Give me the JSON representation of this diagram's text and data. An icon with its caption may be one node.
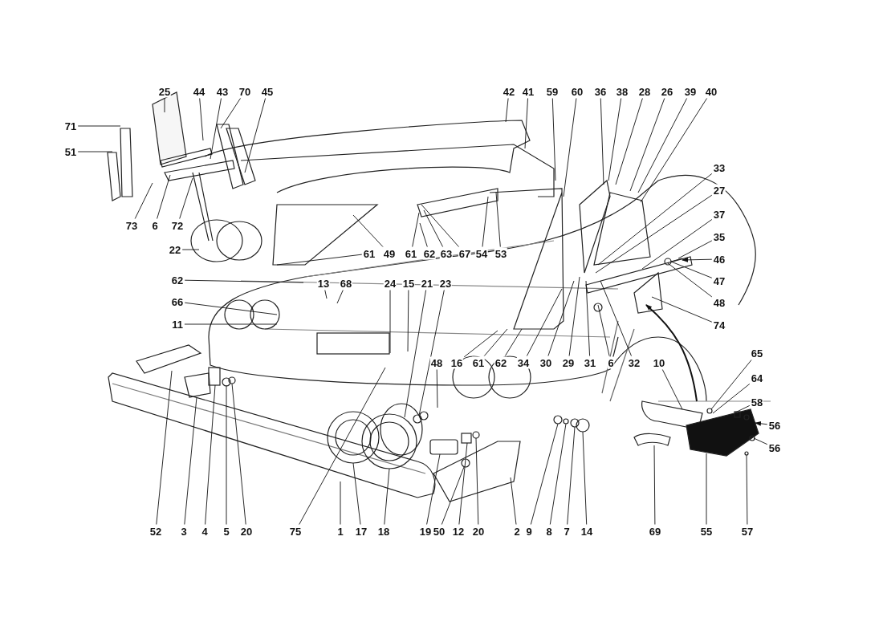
{
  "diagram": {
    "nodes": [
      {
        "text": [
          "25"
        ]
      },
      {
        "text": [
          "44"
        ]
      },
      {
        "text": [
          "43"
        ]
      },
      {
        "text": [
          "70"
        ]
      },
      {
        "text": [
          "45"
        ]
      },
      {
        "text": [
          "71"
        ]
      },
      {
        "text": [
          "51"
        ]
      },
      {
        "text": [
          "73"
        ]
      },
      {
        "text": [
          "6"
        ]
      },
      {
        "text": [
          "72"
        ]
      },
      {
        "text": [
          "22"
        ]
      },
      {
        "text": [
          "42"
        ]
      },
      {
        "text": [
          "41"
        ]
      },
      {
        "text": [
          "59"
        ]
      },
      {
        "text": [
          "60"
        ]
      },
      {
        "text": [
          "36"
        ]
      },
      {
        "text": [
          "38"
        ]
      },
      {
        "text": [
          "28"
        ]
      },
      {
        "text": [
          "26"
        ]
      },
      {
        "text": [
          "39"
        ]
      },
      {
        "text": [
          "40"
        ]
      },
      {
        "text": [
          "33"
        ]
      },
      {
        "text": [
          "27"
        ]
      },
      {
        "text": [
          "37"
        ]
      },
      {
        "text": [
          "35"
        ]
      },
      {
        "text": [
          "46"
        ]
      },
      {
        "text": [
          "47"
        ]
      },
      {
        "text": [
          "48"
        ]
      },
      {
        "text": [
          "74"
        ]
      },
      {
        "text": [
          "61"
        ]
      },
      {
        "text": [
          "49"
        ]
      },
      {
        "text": [
          "61"
        ]
      },
      {
        "text": [
          "62"
        ]
      },
      {
        "text": [
          "63"
        ]
      },
      {
        "text": [
          "67"
        ]
      },
      {
        "text": [
          "54"
        ]
      },
      {
        "text": [
          "53"
        ]
      },
      {
        "text": [
          "62"
        ]
      },
      {
        "text": [
          "13"
        ]
      },
      {
        "text": [
          "68"
        ]
      },
      {
        "text": [
          "66"
        ]
      },
      {
        "text": [
          "11"
        ]
      },
      {
        "text": [
          "24"
        ]
      },
      {
        "text": [
          "15"
        ]
      },
      {
        "text": [
          "21"
        ]
      },
      {
        "text": [
          "23"
        ]
      },
      {
        "text": [
          "48"
        ]
      },
      {
        "text": [
          "16"
        ]
      },
      {
        "text": [
          "61"
        ]
      },
      {
        "text": [
          "62"
        ]
      },
      {
        "text": [
          "34"
        ]
      },
      {
        "text": [
          "30"
        ]
      },
      {
        "text": [
          "29"
        ]
      },
      {
        "text": [
          "31"
        ]
      },
      {
        "text": [
          "6"
        ]
      },
      {
        "text": [
          "32"
        ]
      },
      {
        "text": [
          "10"
        ]
      },
      {
        "text": [
          "65"
        ]
      },
      {
        "text": [
          "64"
        ]
      },
      {
        "text": [
          "58"
        ]
      },
      {
        "text": [
          "56"
        ]
      },
      {
        "text": [
          "56"
        ]
      },
      {
        "text": [
          "52"
        ]
      },
      {
        "text": [
          "3"
        ]
      },
      {
        "text": [
          "4"
        ]
      },
      {
        "text": [
          "5"
        ]
      },
      {
        "text": [
          "20"
        ]
      },
      {
        "text": [
          "75"
        ]
      },
      {
        "text": [
          "1"
        ]
      },
      {
        "text": [
          "17"
        ]
      },
      {
        "text": [
          "18"
        ]
      },
      {
        "text": [
          "19"
        ]
      },
      {
        "text": [
          "50"
        ]
      },
      {
        "text": [
          "12"
        ]
      },
      {
        "text": [
          "20"
        ]
      },
      {
        "text": [
          "2"
        ]
      },
      {
        "text": [
          "9"
        ]
      },
      {
        "text": [
          "8"
        ]
      },
      {
        "text": [
          "7"
        ]
      },
      {
        "text": [
          "14"
        ]
      },
      {
        "text": [
          "69"
        ]
      },
      {
        "text": [
          "55"
        ]
      },
      {
        "text": [
          "57"
        ]
      }
    ],
    "edges": [
      {
        "from": 0,
        "to": null,
        "arrow": "none"
      },
      {
        "from": 1,
        "to": null,
        "arrow": "none"
      },
      {
        "from": 2,
        "to": null,
        "arrow": "none"
      },
      {
        "from": 3,
        "to": null,
        "arrow": "none"
      },
      {
        "from": 4,
        "to": null,
        "arrow": "none"
      },
      {
        "from": 5,
        "to": null,
        "arrow": "none"
      },
      {
        "from": 6,
        "to": null,
        "arrow": "none"
      },
      {
        "from": 7,
        "to": null,
        "arrow": "none"
      },
      {
        "from": 8,
        "to": null,
        "arrow": "none"
      },
      {
        "from": 9,
        "to": null,
        "arrow": "none"
      },
      {
        "from": 10,
        "to": null,
        "arrow": "none"
      },
      {
        "from": 11,
        "to": null,
        "arrow": "none"
      },
      {
        "from": 12,
        "to": null,
        "arrow": "none"
      },
      {
        "from": 13,
        "to": null,
        "arrow": "none"
      },
      {
        "from": 14,
        "to": null,
        "arrow": "none"
      },
      {
        "from": 15,
        "to": null,
        "arrow": "none"
      },
      {
        "from": 16,
        "to": null,
        "arrow": "none"
      },
      {
        "from": 17,
        "to": null,
        "arrow": "none"
      },
      {
        "from": 18,
        "to": null,
        "arrow": "none"
      },
      {
        "from": 19,
        "to": null,
        "arrow": "none"
      },
      {
        "from": 20,
        "to": null,
        "arrow": "none"
      },
      {
        "from": 21,
        "to": null,
        "arrow": "none"
      },
      {
        "from": 22,
        "to": null,
        "arrow": "none"
      },
      {
        "from": 23,
        "to": null,
        "arrow": "none"
      },
      {
        "from": 24,
        "to": null,
        "arrow": "none"
      },
      {
        "from": 25,
        "to": null,
        "arrow": "to"
      },
      {
        "from": 26,
        "to": null,
        "arrow": "none"
      },
      {
        "from": 27,
        "to": null,
        "arrow": "none"
      },
      {
        "from": 28,
        "to": null,
        "arrow": "none"
      },
      {
        "from": 29,
        "to": null,
        "arrow": "none"
      },
      {
        "from": 30,
        "to": null,
        "arrow": "none"
      },
      {
        "from": 31,
        "to": null,
        "arrow": "none"
      },
      {
        "from": 32,
        "to": null,
        "arrow": "none"
      },
      {
        "from": 33,
        "to": null,
        "arrow": "none"
      },
      {
        "from": 34,
        "to": null,
        "arrow": "none"
      },
      {
        "from": 35,
        "to": null,
        "arrow": "none"
      },
      {
        "from": 36,
        "to": null,
        "arrow": "none"
      },
      {
        "from": 37,
        "to": null,
        "arrow": "none"
      },
      {
        "from": 38,
        "to": null,
        "arrow": "none"
      },
      {
        "from": 39,
        "to": null,
        "arrow": "none"
      },
      {
        "from": 40,
        "to": null,
        "arrow": "none"
      },
      {
        "from": 41,
        "to": null,
        "arrow": "none"
      },
      {
        "from": 42,
        "to": null,
        "arrow": "none"
      },
      {
        "from": 43,
        "to": null,
        "arrow": "none"
      },
      {
        "from": 44,
        "to": null,
        "arrow": "none"
      },
      {
        "from": 45,
        "to": null,
        "arrow": "none"
      },
      {
        "from": 46,
        "to": null,
        "arrow": "none"
      },
      {
        "from": 47,
        "to": null,
        "arrow": "none"
      },
      {
        "from": 48,
        "to": null,
        "arrow": "none"
      },
      {
        "from": 49,
        "to": null,
        "arrow": "none"
      },
      {
        "from": 50,
        "to": null,
        "arrow": "none"
      },
      {
        "from": 51,
        "to": null,
        "arrow": "none"
      },
      {
        "from": 52,
        "to": null,
        "arrow": "none"
      },
      {
        "from": 53,
        "to": null,
        "arrow": "none"
      },
      {
        "from": 54,
        "to": null,
        "arrow": "none"
      },
      {
        "from": 55,
        "to": null,
        "arrow": "none"
      },
      {
        "from": 56,
        "to": null,
        "arrow": "none"
      },
      {
        "from": 57,
        "to": null,
        "arrow": "none"
      },
      {
        "from": 58,
        "to": null,
        "arrow": "none"
      },
      {
        "from": 59,
        "to": null,
        "arrow": "none"
      },
      {
        "from": 60,
        "to": null,
        "arrow": "to"
      },
      {
        "from": 61,
        "to": null,
        "arrow": "none"
      },
      {
        "from": 62,
        "to": null,
        "arrow": "none"
      },
      {
        "from": 63,
        "to": null,
        "arrow": "none"
      },
      {
        "from": 64,
        "to": null,
        "arrow": "none"
      },
      {
        "from": 65,
        "to": null,
        "arrow": "none"
      },
      {
        "from": 66,
        "to": null,
        "arrow": "none"
      },
      {
        "from": 67,
        "to": null,
        "arrow": "none"
      },
      {
        "from": 68,
        "to": null,
        "arrow": "none"
      },
      {
        "from": 69,
        "to": null,
        "arrow": "none"
      },
      {
        "from": 70,
        "to": null,
        "arrow": "none"
      },
      {
        "from": 71,
        "to": null,
        "arrow": "none"
      },
      {
        "from": 72,
        "to": null,
        "arrow": "none"
      },
      {
        "from": 73,
        "to": null,
        "arrow": "none"
      },
      {
        "from": 74,
        "to": null,
        "arrow": "none"
      },
      {
        "from": 75,
        "to": null,
        "arrow": "none"
      },
      {
        "from": 76,
        "to": null,
        "arrow": "none"
      },
      {
        "from": 77,
        "to": null,
        "arrow": "none"
      },
      {
        "from": 78,
        "to": null,
        "arrow": "none"
      },
      {
        "from": 79,
        "to": null,
        "arrow": "none"
      },
      {
        "from": 80,
        "to": null,
        "arrow": "none"
      },
      {
        "from": 81,
        "to": null,
        "arrow": "none"
      },
      {
        "from": 82,
        "to": null,
        "arrow": "none"
      }
    ]
  }
}
